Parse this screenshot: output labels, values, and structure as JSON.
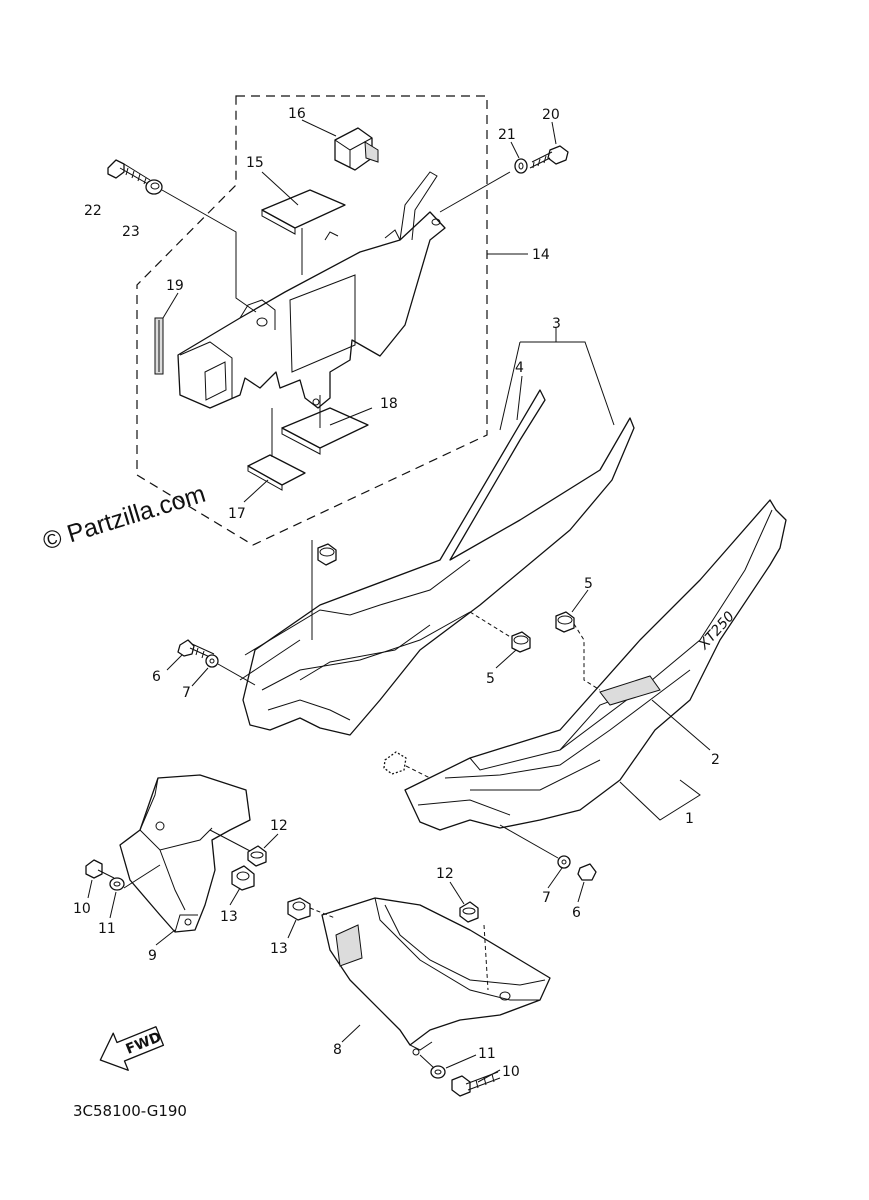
{
  "watermark": "© Partzilla.com",
  "diagram_code": "3C58100-G190",
  "fwd_label": "FWD",
  "decal_text": "XT250",
  "callouts": {
    "c1": "1",
    "c2": "2",
    "c3": "3",
    "c4": "4",
    "c5a": "5",
    "c5b": "5",
    "c6a": "6",
    "c6b": "6",
    "c7a": "7",
    "c7b": "7",
    "c8": "8",
    "c9": "9",
    "c10a": "10",
    "c10b": "10",
    "c11a": "11",
    "c11b": "11",
    "c12a": "12",
    "c12b": "12",
    "c13a": "13",
    "c13b": "13",
    "c14": "14",
    "c15": "15",
    "c16": "16",
    "c17": "17",
    "c18": "18",
    "c19": "19",
    "c20": "20",
    "c21": "21",
    "c22": "22",
    "c23": "23"
  }
}
